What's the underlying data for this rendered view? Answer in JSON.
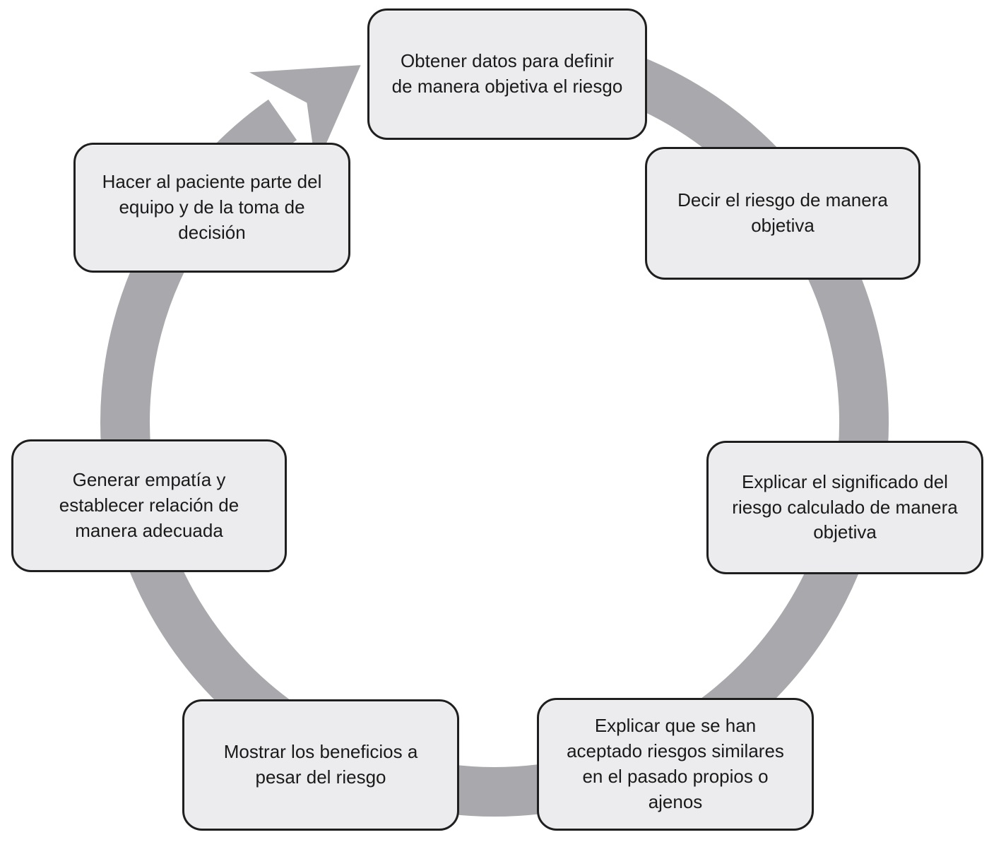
{
  "diagram": {
    "type": "cycle",
    "direction": "clockwise",
    "colors": {
      "ring": "#a9a9ad",
      "box_fill": "#ececee",
      "box_border": "#1f1f1f",
      "text": "#1a1a1a",
      "background": "#ffffff"
    },
    "steps": [
      {
        "position": "top",
        "label": "Obtener datos para definir de manera objetiva el riesgo"
      },
      {
        "position": "top-right",
        "label": "Decir el riesgo de manera objetiva"
      },
      {
        "position": "right",
        "label": "Explicar el significado del riesgo calculado de manera objetiva"
      },
      {
        "position": "bottom-right",
        "label": "Explicar que se han aceptado riesgos similares en el pasado propios o ajenos"
      },
      {
        "position": "bottom-left",
        "label": "Mostrar los beneficios a pesar del riesgo"
      },
      {
        "position": "left",
        "label": "Generar empatía y establecer relación de manera adecuada"
      },
      {
        "position": "top-left",
        "label": "Hacer al paciente parte del equipo y de la toma de decisión"
      }
    ]
  }
}
